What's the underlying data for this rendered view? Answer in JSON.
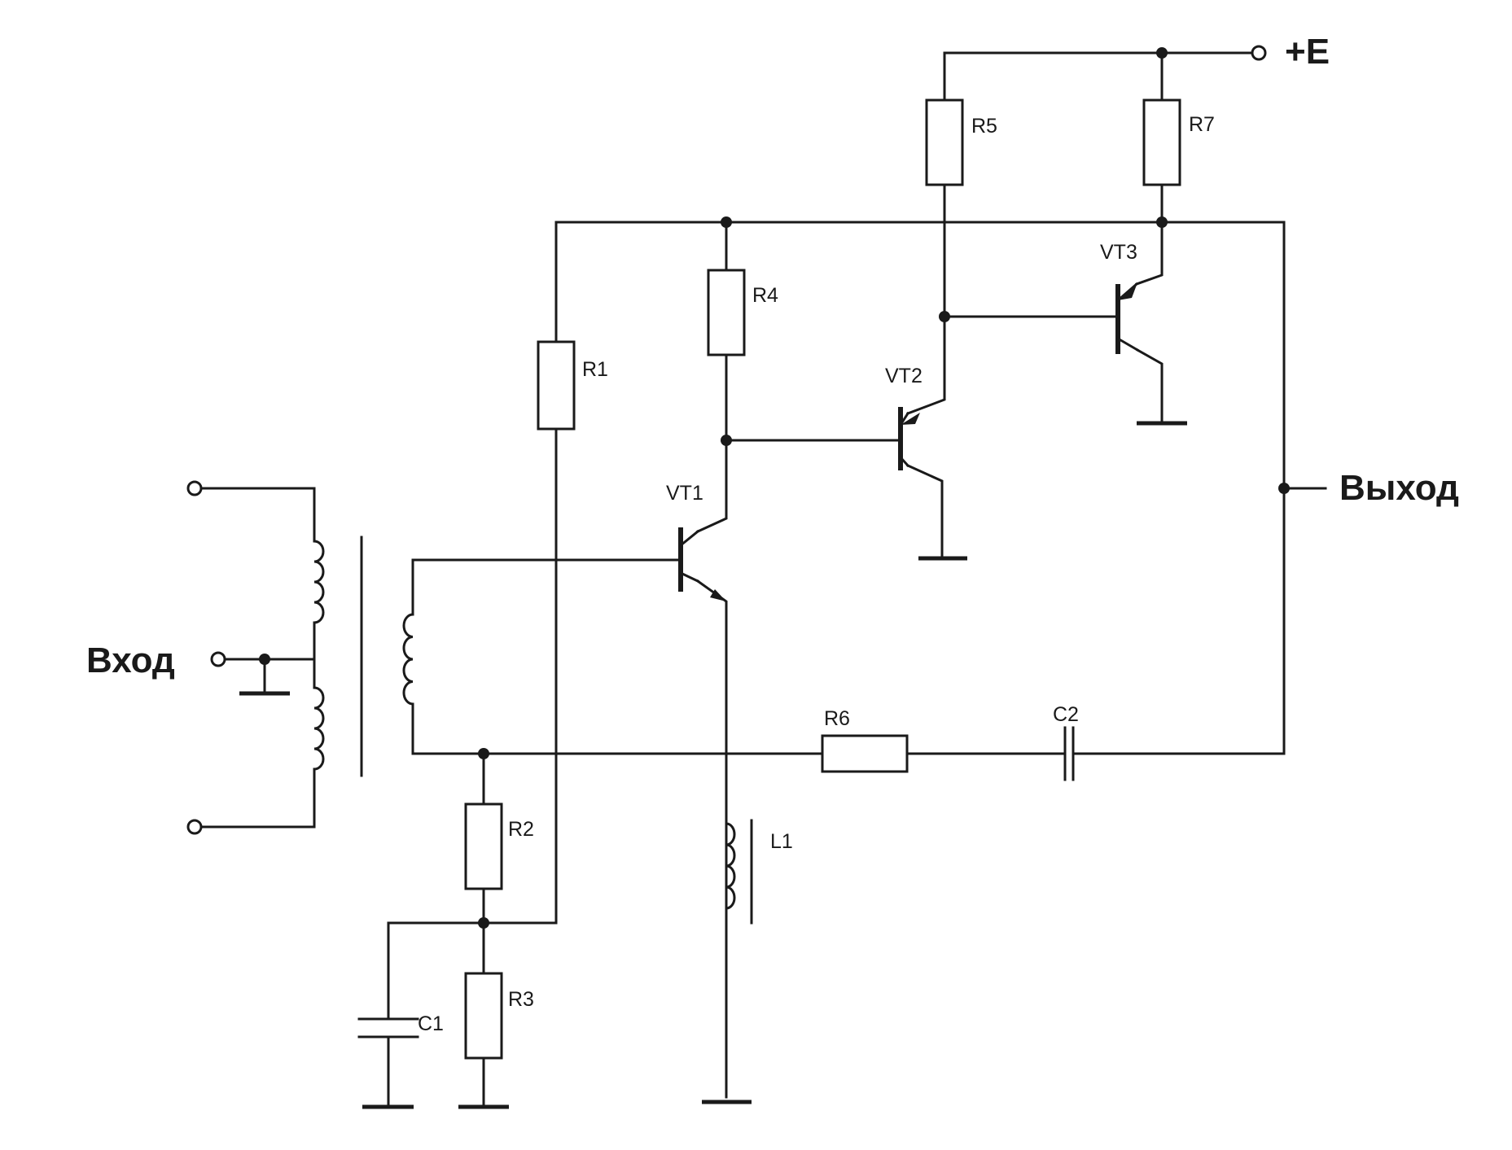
{
  "terminals": {
    "input": "Вход",
    "output": "Выход",
    "supply": "+E"
  },
  "components": {
    "R1": "R1",
    "R2": "R2",
    "R3": "R3",
    "R4": "R4",
    "R5": "R5",
    "R6": "R6",
    "R7": "R7",
    "C1": "C1",
    "C2": "C2",
    "L1": "L1",
    "VT1": "VT1",
    "VT2": "VT2",
    "VT3": "VT3"
  },
  "colors": {
    "ink": "#1a1a1a",
    "paper": "#ffffff"
  }
}
